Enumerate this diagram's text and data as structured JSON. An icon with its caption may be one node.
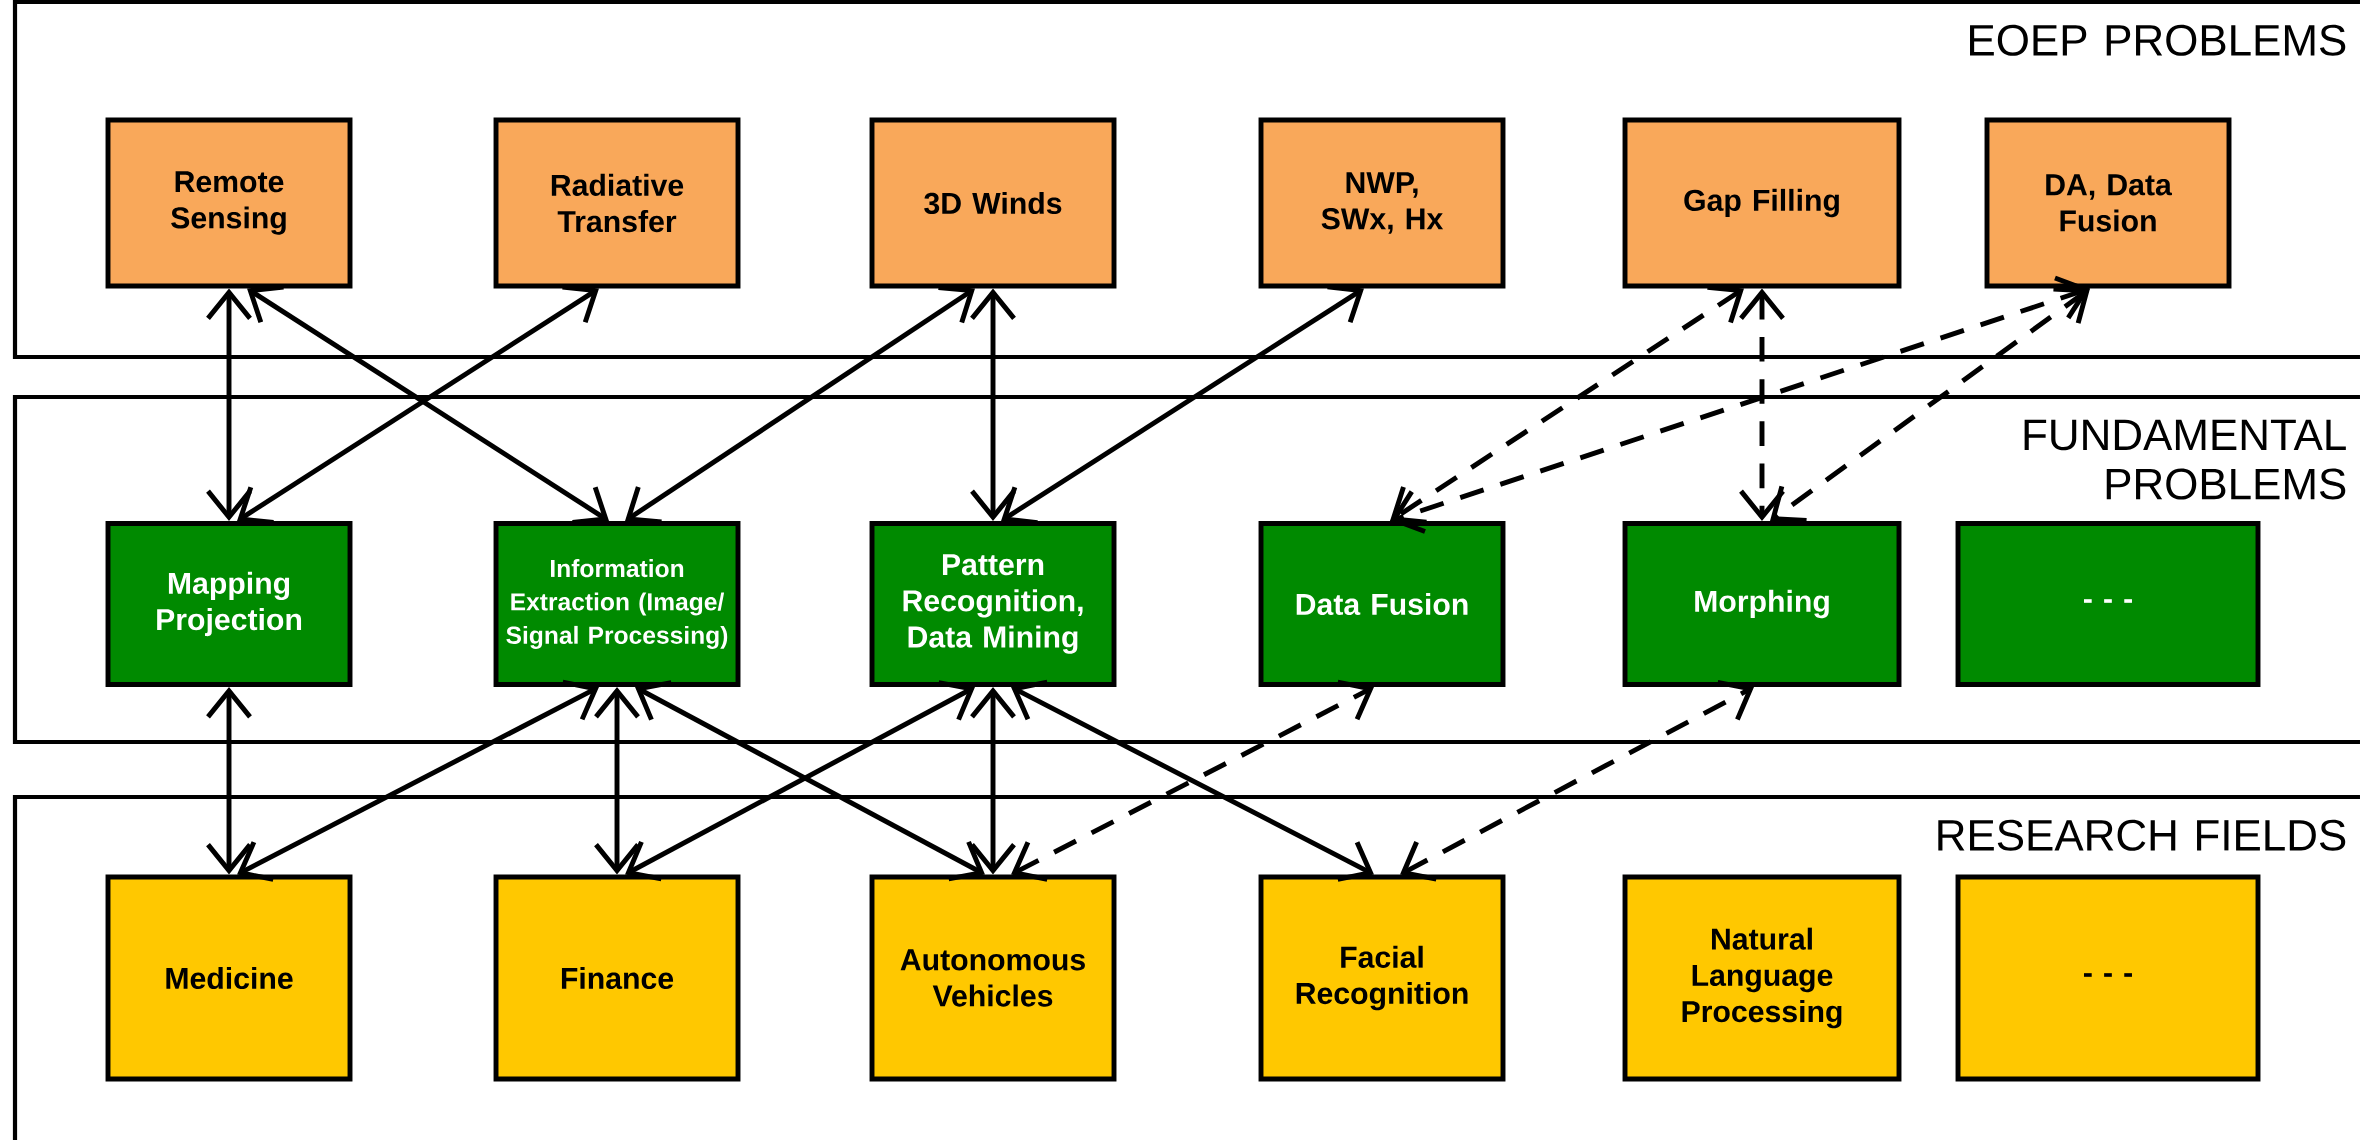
{
  "diagram": {
    "nodes": [
      {
        "text": [
          "EOEP PROBLEMS"
        ]
      },
      {
        "text": [
          "Remote Sensing"
        ],
        "in": 0
      },
      {
        "text": [
          "Radiative Transfer"
        ],
        "in": 0
      },
      {
        "text": [
          "3D Winds"
        ],
        "in": 0
      },
      {
        "text": [
          "NWP, SWx, Hx"
        ],
        "in": 0
      },
      {
        "text": [
          "Gap Filling"
        ],
        "in": 0
      },
      {
        "text": [
          "DA, Data Fusion"
        ],
        "in": 0
      },
      {
        "text": [
          "FUNDAMENTAL PROBLEMS"
        ]
      },
      {
        "text": [
          "Mapping Projection"
        ],
        "in": 7
      },
      {
        "text": [
          "Information Extraction (Image/ Signal Processing)"
        ],
        "in": 7
      },
      {
        "text": [
          "Pattern Recognition, Data Mining"
        ],
        "in": 7
      },
      {
        "text": [
          "Data Fusion"
        ],
        "in": 7
      },
      {
        "text": [
          "Morphing"
        ],
        "in": 7
      },
      {
        "text": [
          "- - -"
        ],
        "in": 7
      },
      {
        "text": [
          "RESEARCH FIELDS"
        ]
      },
      {
        "text": [
          "Medicine"
        ],
        "in": 14
      },
      {
        "text": [
          "Finance"
        ],
        "in": 14
      },
      {
        "text": [
          "Autonomous Vehicles"
        ],
        "in": 14
      },
      {
        "text": [
          "Facial Recognition"
        ],
        "in": 14
      },
      {
        "text": [
          "Natural Language Processing"
        ],
        "in": 14
      },
      {
        "text": [
          "- - -"
        ],
        "in": 14
      }
    ],
    "edges": [
      {
        "from": 1,
        "to": 8,
        "arrow": "both"
      },
      {
        "from": 1,
        "to": 9,
        "arrow": "both"
      },
      {
        "from": 2,
        "to": 8,
        "arrow": "both"
      },
      {
        "from": 3,
        "to": 9,
        "arrow": "both"
      },
      {
        "from": 3,
        "to": 10,
        "arrow": "both"
      },
      {
        "from": 4,
        "to": 10,
        "arrow": "both"
      },
      {
        "from": 5,
        "to": 11,
        "arrow": "both",
        "style": "dashed"
      },
      {
        "from": 5,
        "to": 12,
        "arrow": "both",
        "style": "dashed"
      },
      {
        "from": 6,
        "to": 11,
        "arrow": "both",
        "style": "dashed"
      },
      {
        "from": 6,
        "to": 12,
        "arrow": "both",
        "style": "dashed"
      },
      {
        "from": 8,
        "to": 15,
        "arrow": "both"
      },
      {
        "from": 9,
        "to": 15,
        "arrow": "both"
      },
      {
        "from": 9,
        "to": 16,
        "arrow": "both"
      },
      {
        "from": 9,
        "to": 17,
        "arrow": "both"
      },
      {
        "from": 10,
        "to": 16,
        "arrow": "both"
      },
      {
        "from": 10,
        "to": 17,
        "arrow": "both"
      },
      {
        "from": 10,
        "to": 18,
        "arrow": "both"
      },
      {
        "from": 17,
        "to": 11,
        "arrow": "both",
        "style": "dashed"
      },
      {
        "from": 18,
        "to": 12,
        "arrow": "both",
        "style": "dashed"
      }
    ]
  }
}
